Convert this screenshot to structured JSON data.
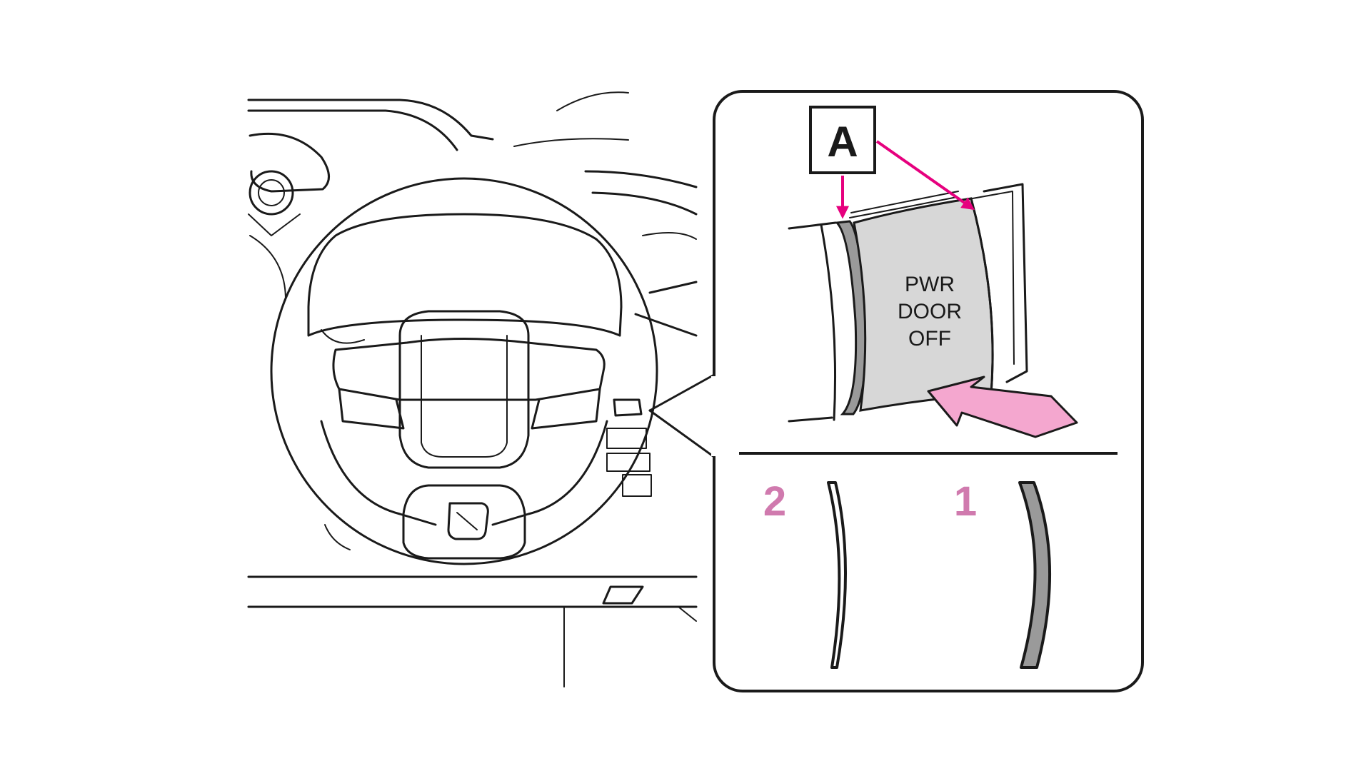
{
  "callout_label": "A",
  "switch_text": [
    "PWR",
    "DOOR",
    "OFF"
  ],
  "positions": [
    "2",
    "1"
  ],
  "colors": {
    "accent_pink": "#e6007e",
    "number_pink": "#d07aae",
    "push_arrow": "#f4a7cf",
    "switch_face": "#d7d7d7",
    "ink": "#1a1a1a"
  },
  "icons": [
    "steering-wheel-icon",
    "pointer-arrow-icon",
    "push-arrow-icon"
  ]
}
